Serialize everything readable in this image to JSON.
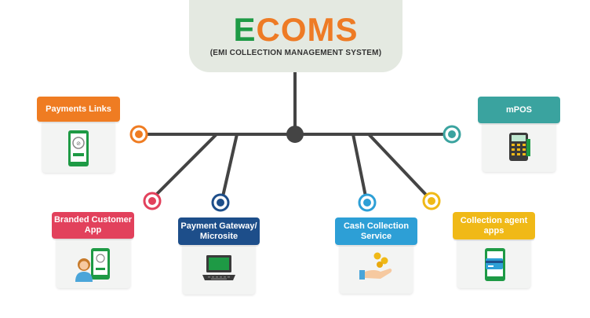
{
  "header": {
    "title_first_letter": "E",
    "title_rest": "COMS",
    "subtitle": "(EMI COLLECTION MANAGEMENT SYSTEM)"
  },
  "nodes": [
    {
      "label": "Payments Links",
      "color": "#ef7c22",
      "icon": "phone-payment-link-icon"
    },
    {
      "label": "mPOS",
      "color": "#3aa39f",
      "icon": "pos-terminal-icon"
    },
    {
      "label": "Branded  Customer App",
      "color": "#e2415c",
      "icon": "customer-app-icon"
    },
    {
      "label": "Payment Gateway/ Microsite",
      "color": "#1d4e8a",
      "icon": "laptop-icon"
    },
    {
      "label": "Cash Collection Service",
      "color": "#2d9fd6",
      "icon": "coins-hand-icon"
    },
    {
      "label": "Collection agent apps",
      "color": "#f0b917",
      "icon": "phone-card-icon"
    }
  ],
  "colors": {
    "line": "#444444",
    "header_bg": "#e4e9e1",
    "brand_green": "#1e9a45",
    "brand_orange": "#ee7b25"
  }
}
